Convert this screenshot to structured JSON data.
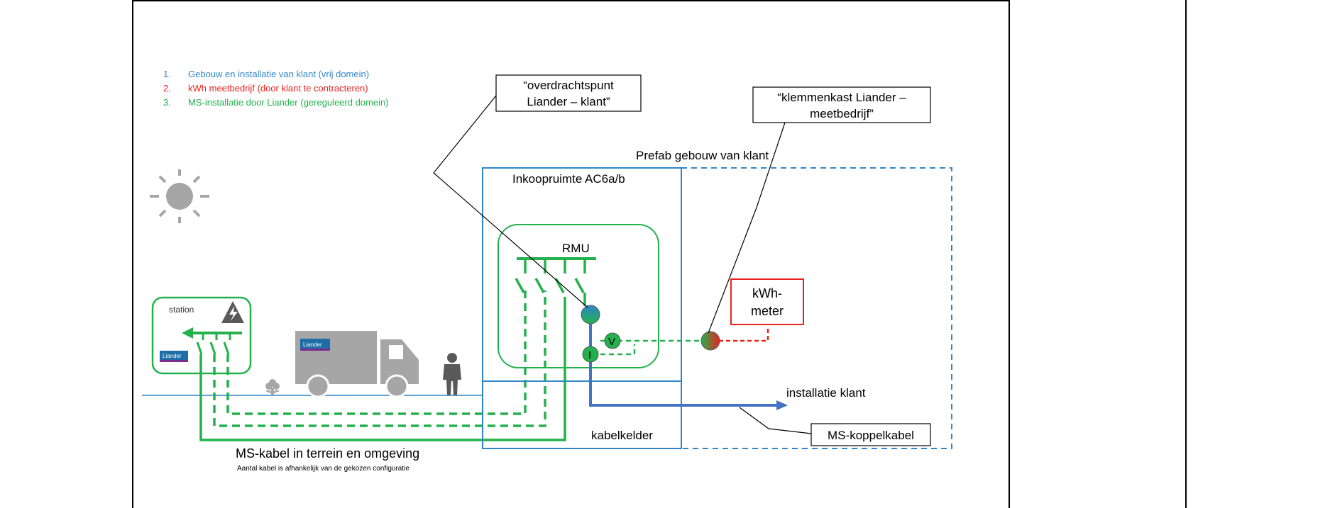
{
  "legend": [
    {
      "text": "Gebouw en installatie van klant (vrij domein)",
      "color": "#2e86c9"
    },
    {
      "text": "kWh meetbedrijf (door klant te contracteren)",
      "color": "#e8231f"
    },
    {
      "text": "MS-installatie door Liander (gereguleerd domein)",
      "color": "#22b14c"
    }
  ],
  "callouts": {
    "overdracht_1": "“overdrachtspunt",
    "overdracht_2": "Liander – klant”",
    "klemmenkast_1": "“klemmenkast Liander –",
    "klemmenkast_2": "meetbedrijf”"
  },
  "labels": {
    "prefab": "Prefab gebouw van klant",
    "inkoopruimte": "Inkoopruimte AC6a/b",
    "rmu": "RMU",
    "station": "station",
    "liander": "Liander",
    "kwh_1": "kWh-",
    "kwh_2": "meter",
    "v_symbol": "V",
    "i_symbol": "I",
    "installatie": "installatie klant",
    "kabelkelder": "kabelkelder",
    "koppelkabel": "MS-koppelkabel",
    "mskabel": "MS-kabel in terrein en omgeving",
    "mskabel_sub": "Aantal kabel is afhankelijk van de gekozen configuratie"
  },
  "colors": {
    "blue": "#2e86c9",
    "green": "#22b14c",
    "red": "#e8231f",
    "grey": "#a6a6a6",
    "liander": "#1d6ea8"
  }
}
